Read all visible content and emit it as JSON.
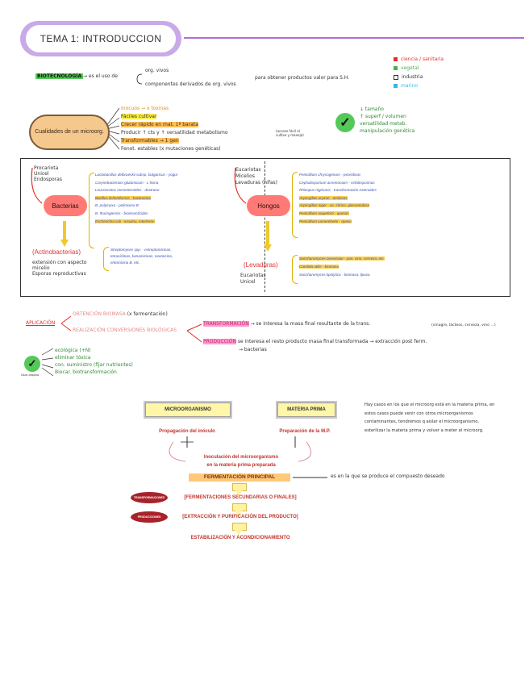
{
  "title": "TEMA 1: INTRODUCCION",
  "biotech": {
    "term": "BIOTECNOLOGÍA",
    "def_lead": "→ es el uso de",
    "branch_a": "org. vivos",
    "branch_b": "componentes derivados de org. vivos",
    "def_tail": "para obtener productos valor para S.H."
  },
  "legend": [
    {
      "label": "ciencia / sanitaria",
      "color": "#e0312a"
    },
    {
      "label": "vegetal",
      "color": "#4caf50"
    },
    {
      "label": "industria",
      "color": "#333333"
    },
    {
      "label": "marino",
      "color": "#35b7ea"
    }
  ],
  "qualities": {
    "cloud": "Cualidades de un microorg.",
    "items": [
      "Inocuos → x toxinas",
      "Fáciles cultivar",
      "Crecer rápido en mat. 1ª barata",
      "Producir ↑ cts y ↑ versatilidad metabolismo",
      "Transformables → 1 gen",
      "Fenot. estables (x mutaciones genéticas)"
    ],
    "side_note": "(acceso fácil al cultivo y manejo)"
  },
  "advantages": [
    "↓ tamaño",
    "↑ superf / volumen",
    "versatilidad metab.",
    "manipulación genética"
  ],
  "bacteria": {
    "types": [
      "Procariota",
      "Unicel",
      "Endosporas"
    ],
    "label": "Bacterias",
    "examples": [
      "Lactobacillus delbrueckii subsp. bulgaricus - yogur",
      "Corynebacterium glutamicum - L-lisina",
      "Leuconostoc mesenteroides - dextrano",
      "Bacillus licheniformis - bacitracina",
      "B. polymyxa - polimixina B",
      "B. thuringiensis - bioinsecticidas",
      "Escherichia coli - insulina, interferón"
    ],
    "actino_label": "(Actinobacterias)",
    "actino_notes": [
      "extensión con aspecto micelio",
      "Esporas reproductivas"
    ],
    "actino_examples": [
      "Streptomyces spp. - estreptomicinas,",
      "tetraciclinas, kanamicinas, neomicina,",
      "eritomicina B, etc."
    ]
  },
  "fungi": {
    "types": [
      "Eucariotas",
      "Micelios",
      "Levaduras (hifas)"
    ],
    "label": "Hongos",
    "examples": [
      "Penicillium chrysogenum - penicilinas",
      "Cephalosporium acremonium - cefalosporinas",
      "Rhizopus nigricans - transformación esteroides",
      "Aspergillus oryzae - amilasas",
      "Aspergillus niger - ac. cítrico, glucoamilasa",
      "Penicillium roqueforti - quesos",
      "Penicillium camembertii - queso"
    ],
    "yeast_label": "(Levaduras)",
    "yeast_notes": [
      "Eucariotas",
      "Unicel"
    ],
    "yeast_examples": [
      "Saccharomyces cerevisiae - pan, vino, cerveza, etc.",
      "Candida utilis - biomasa",
      "Saccharomyces lipolytica - biomasa, lipasa"
    ]
  },
  "applications": {
    "label": "APLICACIÓN",
    "item1": "OBTENCIÓN BIOMASA",
    "item1_note": "(x fermentación)",
    "item2": "REALIZACIÓN CONVERSIONES BIOLÓGICAS",
    "transform_label": "TRANSFORMACIÓN",
    "transform_text": "se interesa la masa final resultante de la trans.",
    "transform_note": "(vinagre, lácteos, cerveza, vino ...)",
    "produccion_label": "PRODUCCIÓN",
    "produccion_text": "se interesa el resto producto masa final transformada → extracción post ferm.",
    "produccion_note": "→ bacterias"
  },
  "ecology": [
    "ecológica (+N)",
    "eliminar tóxica",
    "con. suministro (fijar nutrientes)",
    "Biocar. biotransformación"
  ],
  "ecology_badge": "Usos propios",
  "flow": {
    "micro": "MICROORGANISMO",
    "materia": "MATERIA PRIMA",
    "propagacion": "Propagación del inóculo",
    "preparacion": "Preparación de la M.P.",
    "inoculacion1": "Inoculación del microorganismo",
    "inoculacion2": "en la materia prima preparada",
    "principal": "FERMENTACIÓN PRINCIPAL",
    "principal_note": "es en la que se produce el compuesto deseado",
    "oval1": "TRANSFORMACIONES",
    "secundarias": "[FERMENTACIONES SECUNDARIAS O FINALES]",
    "oval2": "PRODUCCIONES",
    "extraccion": "[EXTRACCIÓN Y PURIFICACIÓN DEL PRODUCTO]",
    "estabilizacion": "ESTABILIZACIÓN Y ACONDICIONAMIENTO"
  },
  "side_text": "Hay casos en los que el microorg está en la materia prima, en estos casos puede venir con otros microorganismos contaminantes, tendremos q aislar el microorganismo, esterilizar la materia prima y volver a meter el microorg."
}
